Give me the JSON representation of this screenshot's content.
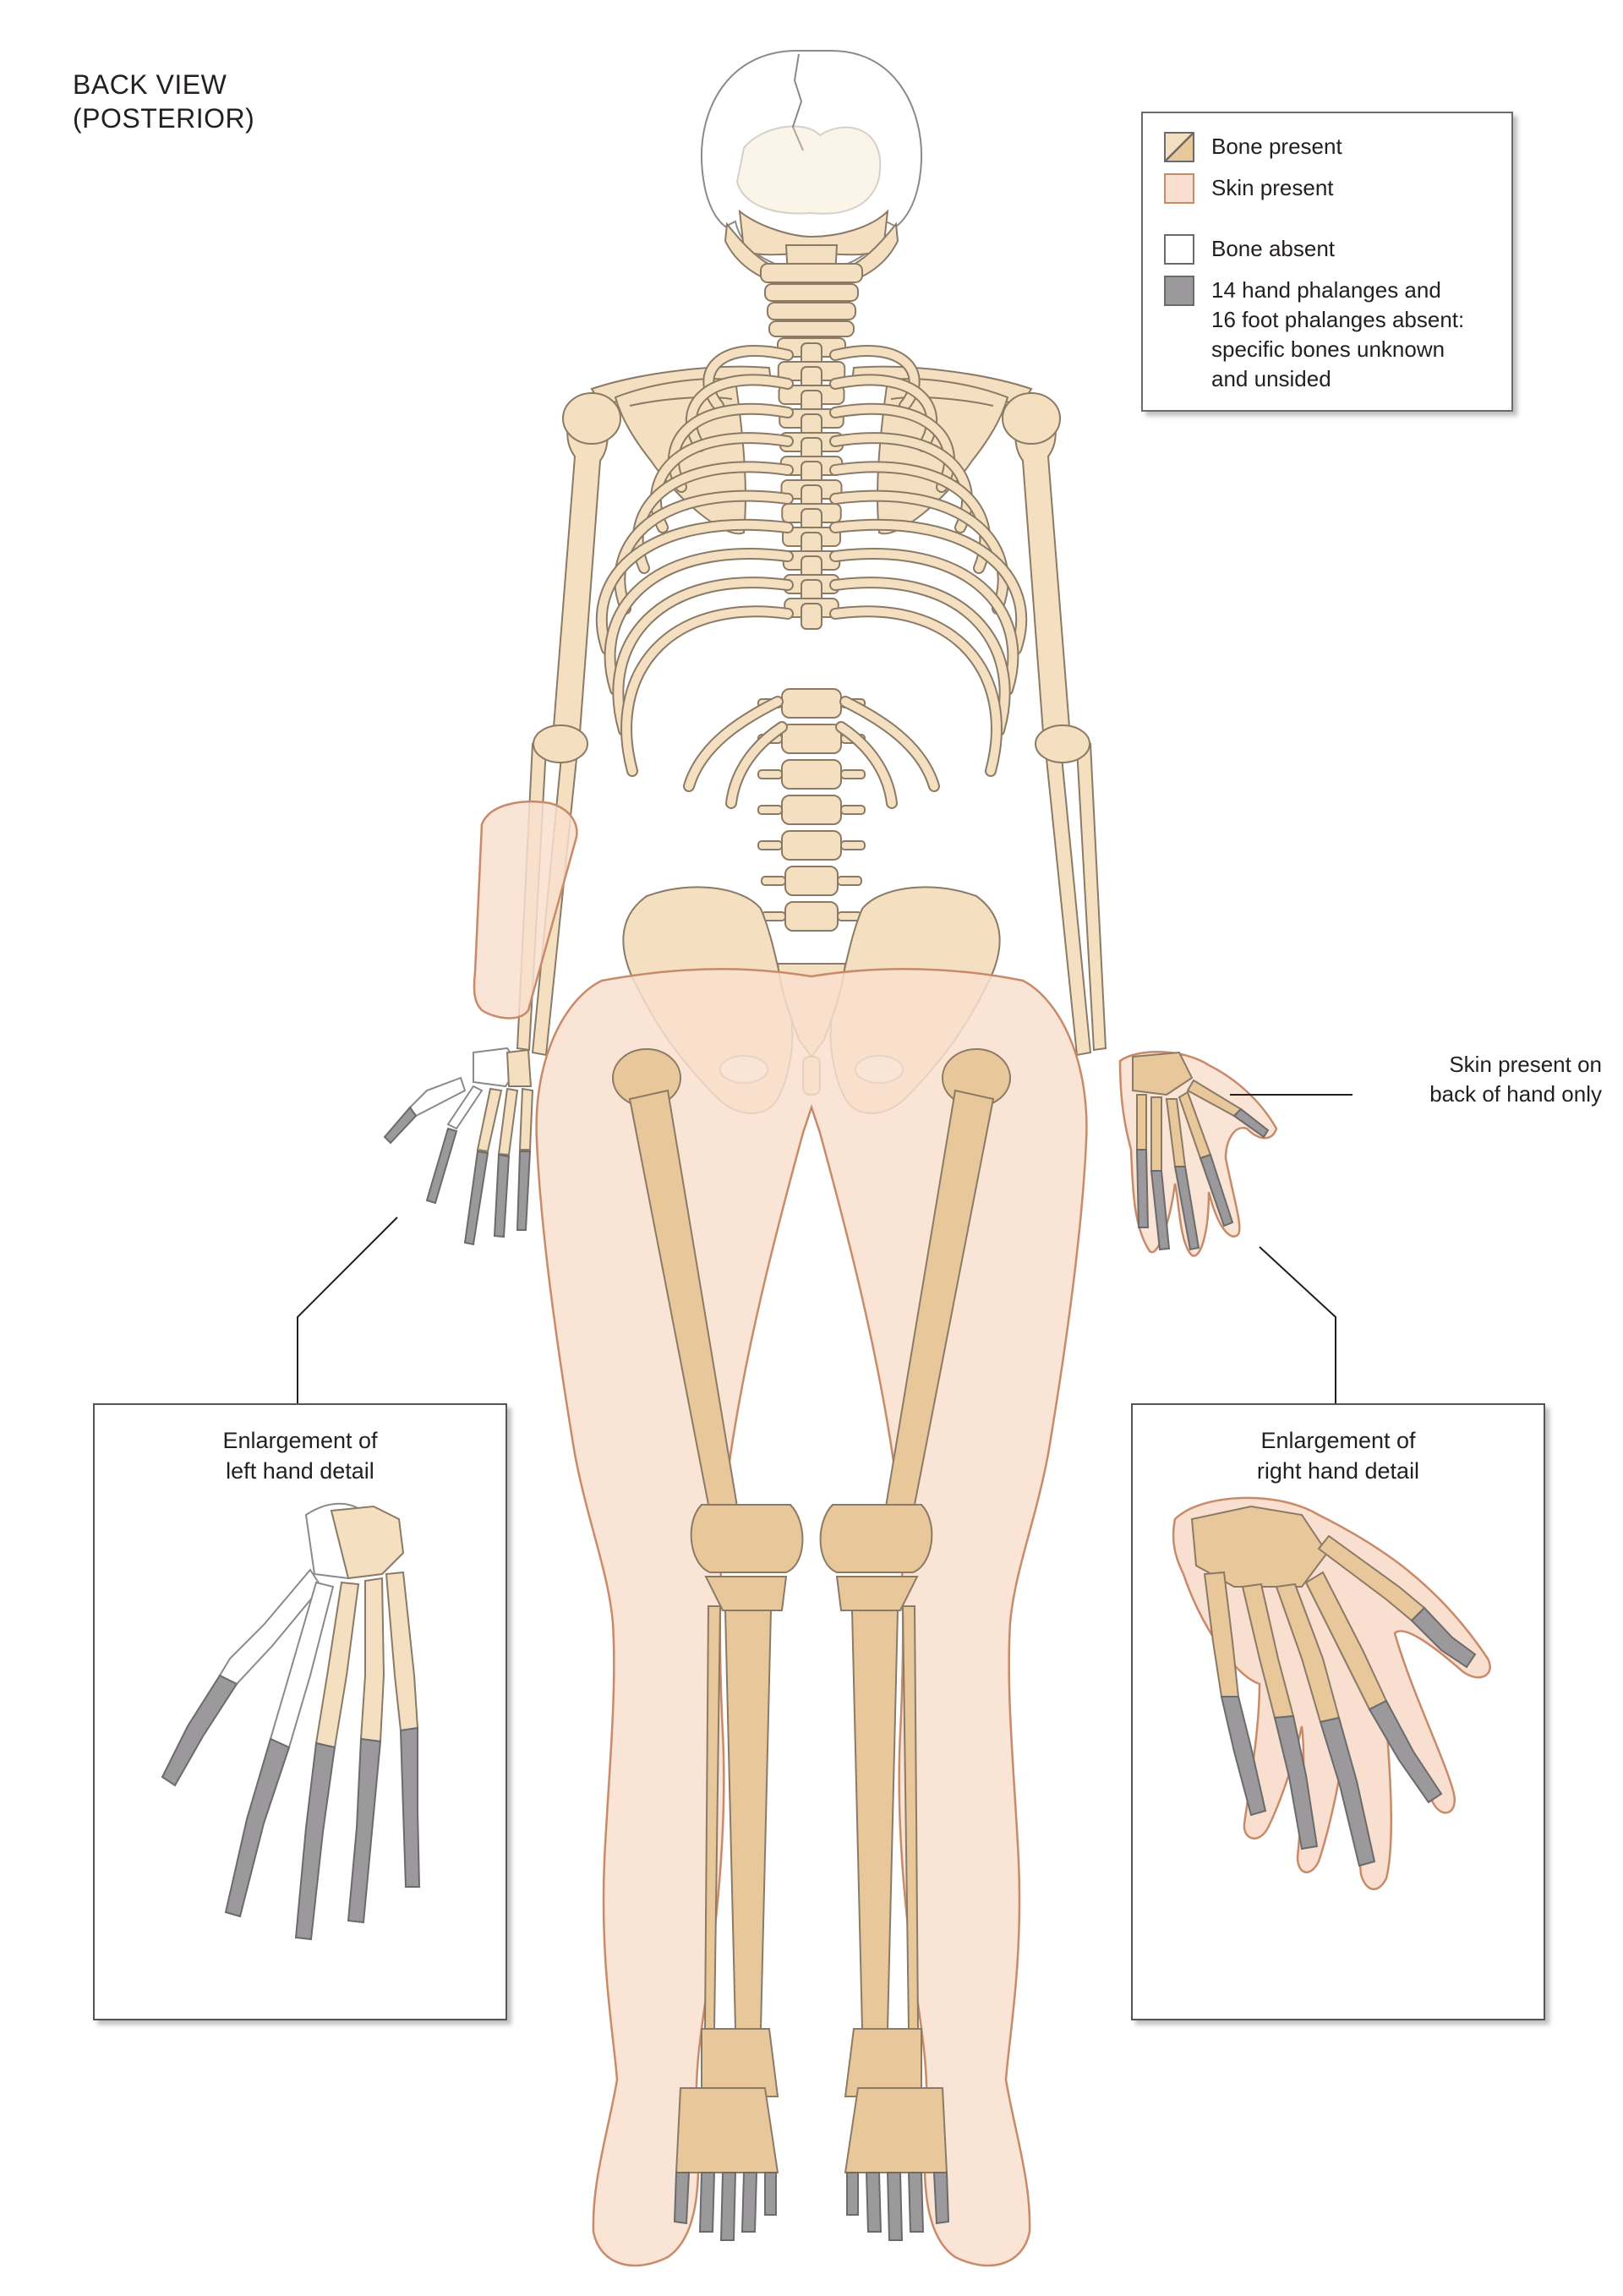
{
  "view_title": {
    "line1": "BACK VIEW",
    "line2": "(POSTERIOR)"
  },
  "legend": {
    "bone_present": "Bone present",
    "skin_present": "Skin present",
    "bone_absent": "Bone absent",
    "phalanges_absent": [
      "14 hand phalanges and",
      "16 foot phalanges absent:",
      "specific bones unknown",
      "and unsided"
    ]
  },
  "callout": {
    "line1": "Skin present on",
    "line2": "back of hand only"
  },
  "insets": {
    "left": {
      "line1": "Enlargement of",
      "line2": "left hand detail"
    },
    "right": {
      "line1": "Enlargement of",
      "line2": "right hand detail"
    }
  },
  "colors": {
    "bone": "#f4e0c0",
    "bone_overlap": "#e8c79b",
    "skin": "#f8dfcf",
    "skin_outline": "#c98a6a",
    "absent": "#ffffff",
    "phalanges": "#9b999b",
    "outline": "#6b6b6b"
  }
}
